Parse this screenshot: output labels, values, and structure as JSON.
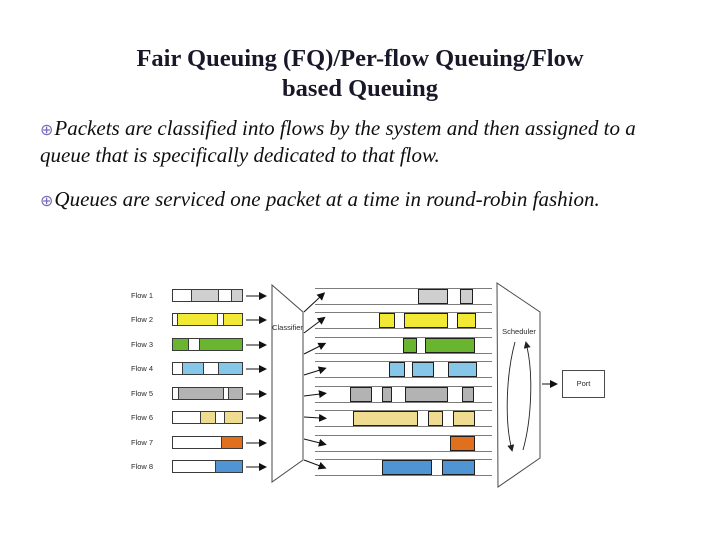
{
  "slide": {
    "title": "Fair Queuing (FQ)/Per-flow Queuing/Flow based Queuing",
    "title_color": "#181828",
    "bullet_glyph": "⊕",
    "bullet_color": "#7a6cb8",
    "bullets": [
      "Packets are classified into flows by the system and then assigned to a queue that is specifically dedicated to that flow.",
      "Queues are serviced one packet at a time in round-robin fashion."
    ]
  },
  "diagram": {
    "classifier_label": "Classifier",
    "scheduler_label": "Scheduler",
    "port_label": "Port",
    "flows": [
      {
        "label": "Flow 1",
        "color": "#cfcfcf",
        "bar": [
          [
            0,
            0.26,
            0
          ],
          [
            0.26,
            0.655,
            1
          ],
          [
            0.655,
            0.835,
            0
          ],
          [
            0.835,
            1,
            1
          ]
        ],
        "queue": [
          [
            0.582,
            0.751
          ],
          [
            0.819,
            0.893
          ]
        ]
      },
      {
        "label": "Flow 2",
        "color": "#f2e934",
        "bar": [
          [
            0,
            0.05,
            0
          ],
          [
            0.05,
            0.63,
            1
          ],
          [
            0.63,
            0.72,
            0
          ],
          [
            0.72,
            1,
            1
          ]
        ],
        "queue": [
          [
            0.36,
            0.45
          ],
          [
            0.5,
            0.75
          ],
          [
            0.8,
            0.91
          ]
        ]
      },
      {
        "label": "Flow 3",
        "color": "#6ab52f",
        "bar": [
          [
            0,
            0.21,
            1
          ],
          [
            0.21,
            0.37,
            0
          ],
          [
            0.37,
            1,
            1
          ]
        ],
        "queue": [
          [
            0.497,
            0.576
          ],
          [
            0.621,
            0.904
          ]
        ]
      },
      {
        "label": "Flow 4",
        "color": "#86c7e9",
        "bar": [
          [
            0,
            0.13,
            0
          ],
          [
            0.13,
            0.44,
            1
          ],
          [
            0.44,
            0.65,
            0
          ],
          [
            0.65,
            1,
            1
          ]
        ],
        "queue": [
          [
            0.42,
            0.51
          ],
          [
            0.545,
            0.67
          ],
          [
            0.75,
            0.915
          ]
        ]
      },
      {
        "label": "Flow 5",
        "color": "#b3b3b3",
        "bar": [
          [
            0,
            0.07,
            0
          ],
          [
            0.07,
            0.72,
            1
          ],
          [
            0.72,
            0.8,
            0
          ],
          [
            0.8,
            1,
            1
          ]
        ],
        "queue": [
          [
            0.198,
            0.322
          ],
          [
            0.378,
            0.435
          ],
          [
            0.508,
            0.751
          ],
          [
            0.83,
            0.898
          ]
        ]
      },
      {
        "label": "Flow 6",
        "color": "#efdc90",
        "bar": [
          [
            0,
            0.39,
            0
          ],
          [
            0.39,
            0.61,
            1
          ],
          [
            0.61,
            0.74,
            0
          ],
          [
            0.74,
            1,
            1
          ]
        ],
        "queue": [
          [
            0.216,
            0.584
          ],
          [
            0.64,
            0.725
          ],
          [
            0.781,
            0.904
          ]
        ]
      },
      {
        "label": "Flow 7",
        "color": "#e0701d",
        "bar": [
          [
            0,
            0.7,
            0
          ],
          [
            0.7,
            1,
            1
          ]
        ],
        "queue": [
          [
            0.763,
            0.904
          ]
        ]
      },
      {
        "label": "Flow 8",
        "color": "#5094d4",
        "bar": [
          [
            0,
            0.61,
            0
          ],
          [
            0.61,
            1,
            1
          ]
        ],
        "queue": [
          [
            0.377,
            0.66
          ],
          [
            0.716,
            0.904
          ]
        ]
      }
    ]
  }
}
